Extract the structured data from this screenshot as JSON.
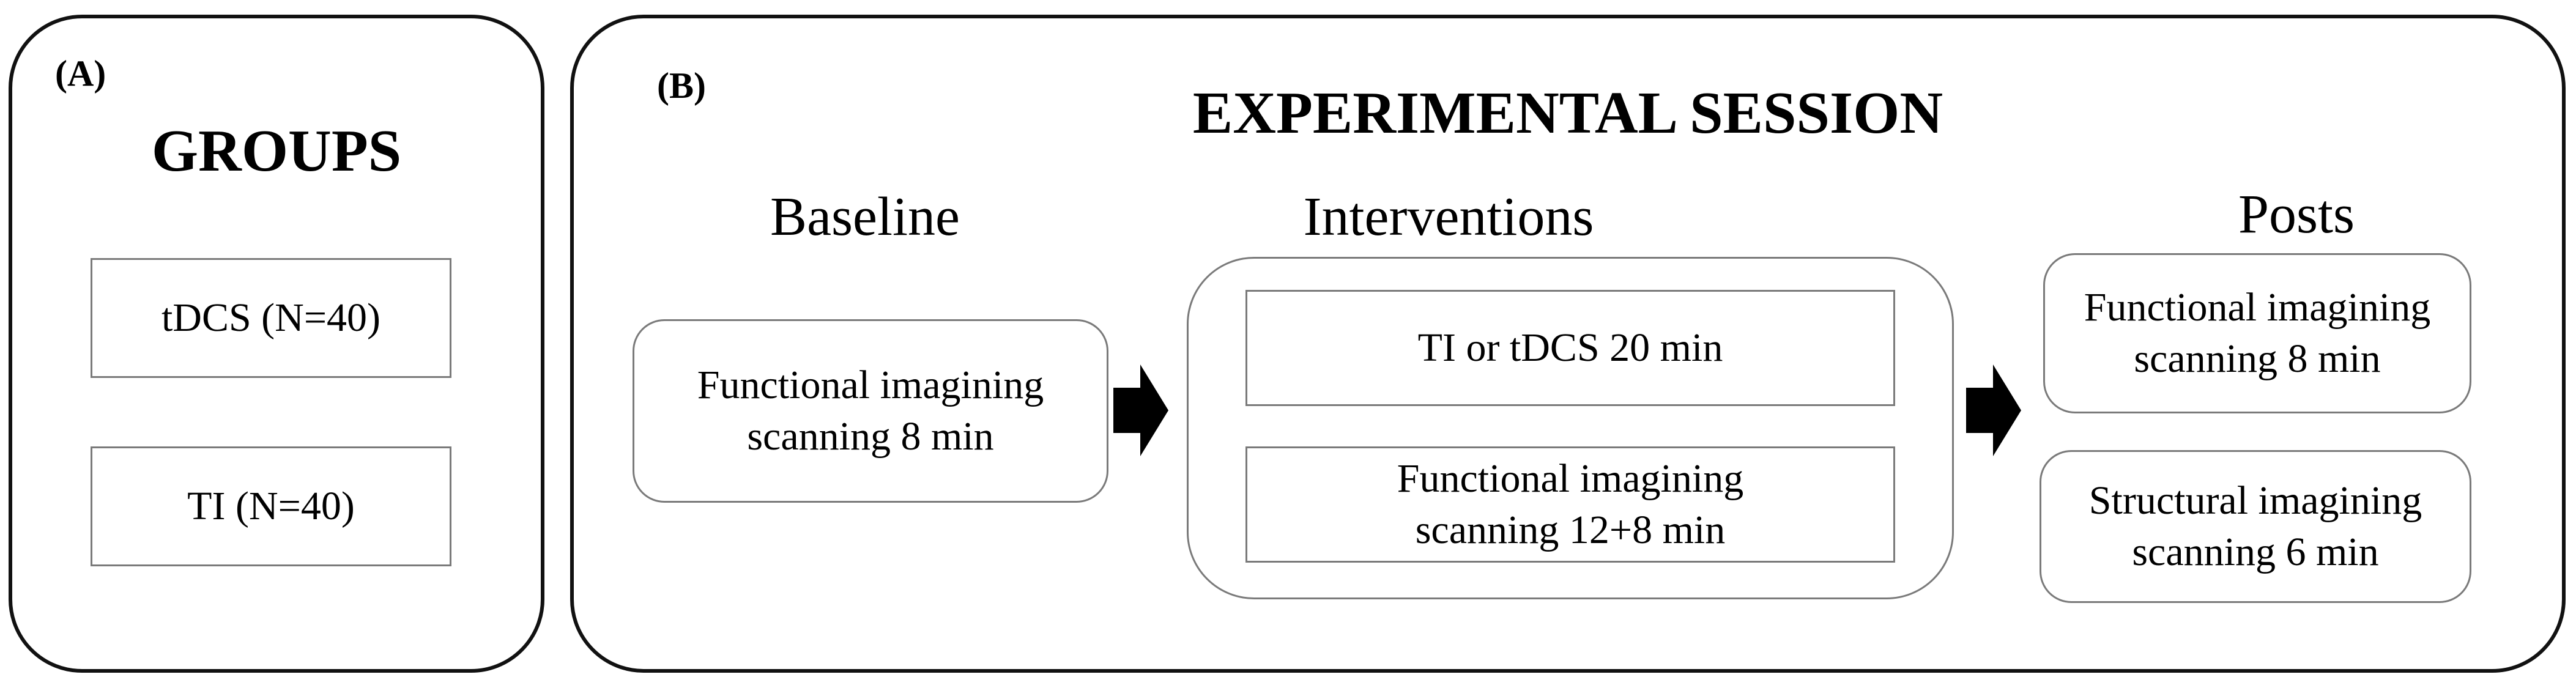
{
  "panel_a": {
    "label": "(A)",
    "heading": "GROUPS",
    "groups": [
      {
        "label": "tDCS (N=40)"
      },
      {
        "label": "TI (N=40)"
      }
    ]
  },
  "panel_b": {
    "label": "(B)",
    "heading": "EXPERIMENTAL SESSION",
    "columns": {
      "baseline": {
        "heading": "Baseline",
        "box": {
          "line1": "Functional imagining",
          "line2": "scanning 8 min"
        }
      },
      "interventions": {
        "heading": "Interventions",
        "boxes": [
          {
            "line1": "TI or tDCS 20 min"
          },
          {
            "line1": "Functional imagining",
            "line2": "scanning 12+8 min"
          }
        ]
      },
      "posts": {
        "heading": "Posts",
        "boxes": [
          {
            "line1": "Functional imagining",
            "line2": "scanning 8 min"
          },
          {
            "line1": "Structural imagining",
            "line2": "scanning 6 min"
          }
        ]
      }
    }
  },
  "colors": {
    "panel_border": "#111111",
    "box_border": "#7a7a7a",
    "arrow_fill": "#000000"
  },
  "icons": {
    "flow_arrow": "arrow-right-icon"
  }
}
